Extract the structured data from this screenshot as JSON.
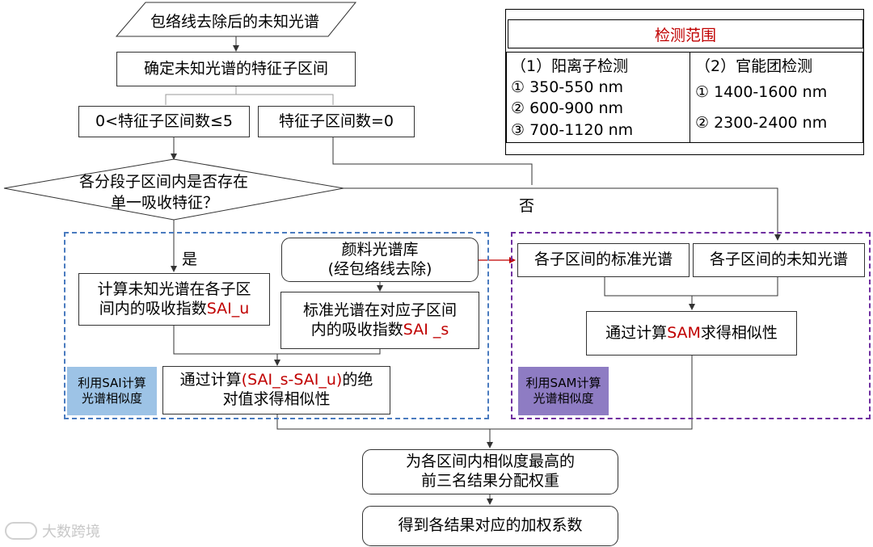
{
  "start": "包络线去除后的未知光谱",
  "step_determine": "确定未知光谱的特征子区间",
  "branch_left": "0<特征子区间数≤5",
  "branch_right": "特征子区间数=0",
  "decision": {
    "line1": "各分段子区间内是否存在",
    "line2": "单一吸收特征？"
  },
  "label_no": "否",
  "label_yes": "是",
  "sai": {
    "unknown": {
      "line1": "计算未知光谱在各子区",
      "line2_prefix": "间内的吸收指数",
      "line2_red": "SAI_u"
    },
    "library": {
      "line1": "颜料光谱库",
      "line2": "(经包络线去除)"
    },
    "standard": {
      "line1": "标准光谱在对应子区间",
      "line2_prefix": "内的吸收指数",
      "line2_red": "SAI _s"
    },
    "similarity": {
      "prefix": "通过计算",
      "red": "(SAI_s-SAI_u)",
      "suffix": "的绝",
      "line2": "对值求得相似性"
    },
    "tag": {
      "line1": "利用SAI计算",
      "line2": "光谱相似度"
    }
  },
  "sam": {
    "std_spectrum": "各子区间的标准光谱",
    "unknown_spectrum": "各子区间的未知光谱",
    "calc": {
      "prefix": "通过计算",
      "red": "SAM",
      "suffix": "求得相似性"
    },
    "tag": {
      "line1": "利用SAM计算",
      "line2": "光谱相似度"
    }
  },
  "weight": {
    "line1": "为各区间内相似度最高的",
    "line2": "前三名结果分配权重"
  },
  "final": "得到各结果对应的加权系数",
  "detection": {
    "title": "检测范围",
    "cation": {
      "header": "（1）阳离子检测",
      "items": [
        "① 350-550 nm",
        "② 600-900 nm",
        "③ 700-1120 nm"
      ]
    },
    "functional": {
      "header": "（2）官能团检测",
      "items": [
        "① 1400-1600 nm",
        "② 2300-2400 nm"
      ]
    }
  },
  "watermark": "大数跨境",
  "colors": {
    "highlight_red": "#c00000",
    "sai_frame": "#4a7bbf",
    "sam_frame": "#7030a0",
    "sai_tag": "#9dc3e6",
    "sam_tag": "#8e7cc3"
  }
}
